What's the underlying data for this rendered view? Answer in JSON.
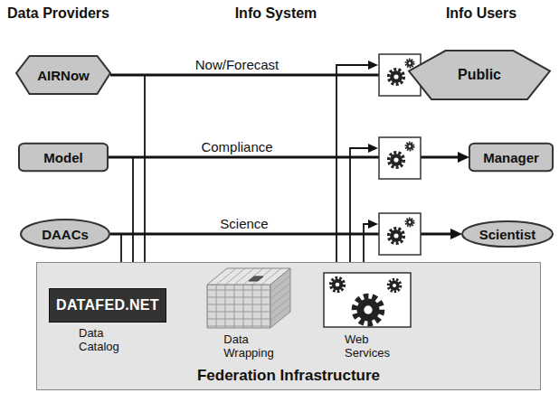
{
  "diagram": {
    "nodes": [
      {
        "text": [
          "AIRNow"
        ]
      },
      {
        "text": [
          "Model"
        ]
      },
      {
        "text": [
          "DAACs"
        ]
      },
      {
        "text": [
          "Public"
        ]
      },
      {
        "text": [
          "Manager"
        ]
      },
      {
        "text": [
          "Scientist"
        ]
      },
      {
        "text": [
          "Federation Infrastructure"
        ]
      },
      {
        "text": [
          "DATAFED.NET",
          "Data Catalog"
        ],
        "in": 6
      },
      {
        "text": [
          "Data Wrapping"
        ],
        "in": 6
      },
      {
        "text": [
          "Web Services"
        ],
        "in": 6
      }
    ],
    "edges": [
      {
        "from": 0,
        "to": 3,
        "label": "Now/Forecast",
        "arrow": "to"
      },
      {
        "from": 1,
        "to": 4,
        "label": "Compliance",
        "arrow": "to"
      },
      {
        "from": 2,
        "to": 5,
        "label": "Science",
        "arrow": "to"
      },
      {
        "from": 0,
        "to": 7,
        "arrow": "to"
      },
      {
        "from": 1,
        "to": 7,
        "arrow": "to"
      },
      {
        "from": 2,
        "to": 7,
        "arrow": "to"
      },
      {
        "from": 7,
        "to": 8,
        "arrow": "to"
      },
      {
        "from": 8,
        "to": 9,
        "arrow": "to"
      }
    ],
    "labels": [
      "Data Providers",
      "Info System",
      "Info Users"
    ]
  }
}
